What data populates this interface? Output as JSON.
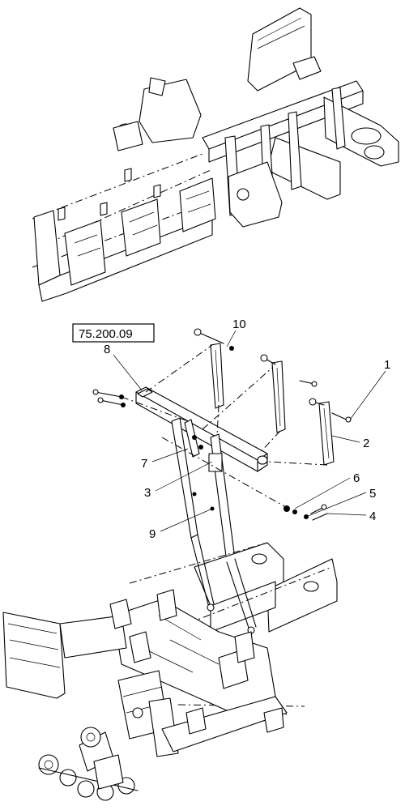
{
  "reference": "75.200.09",
  "callouts": [
    "1",
    "2",
    "3",
    "4",
    "5",
    "6",
    "7",
    "8",
    "9",
    "10"
  ]
}
